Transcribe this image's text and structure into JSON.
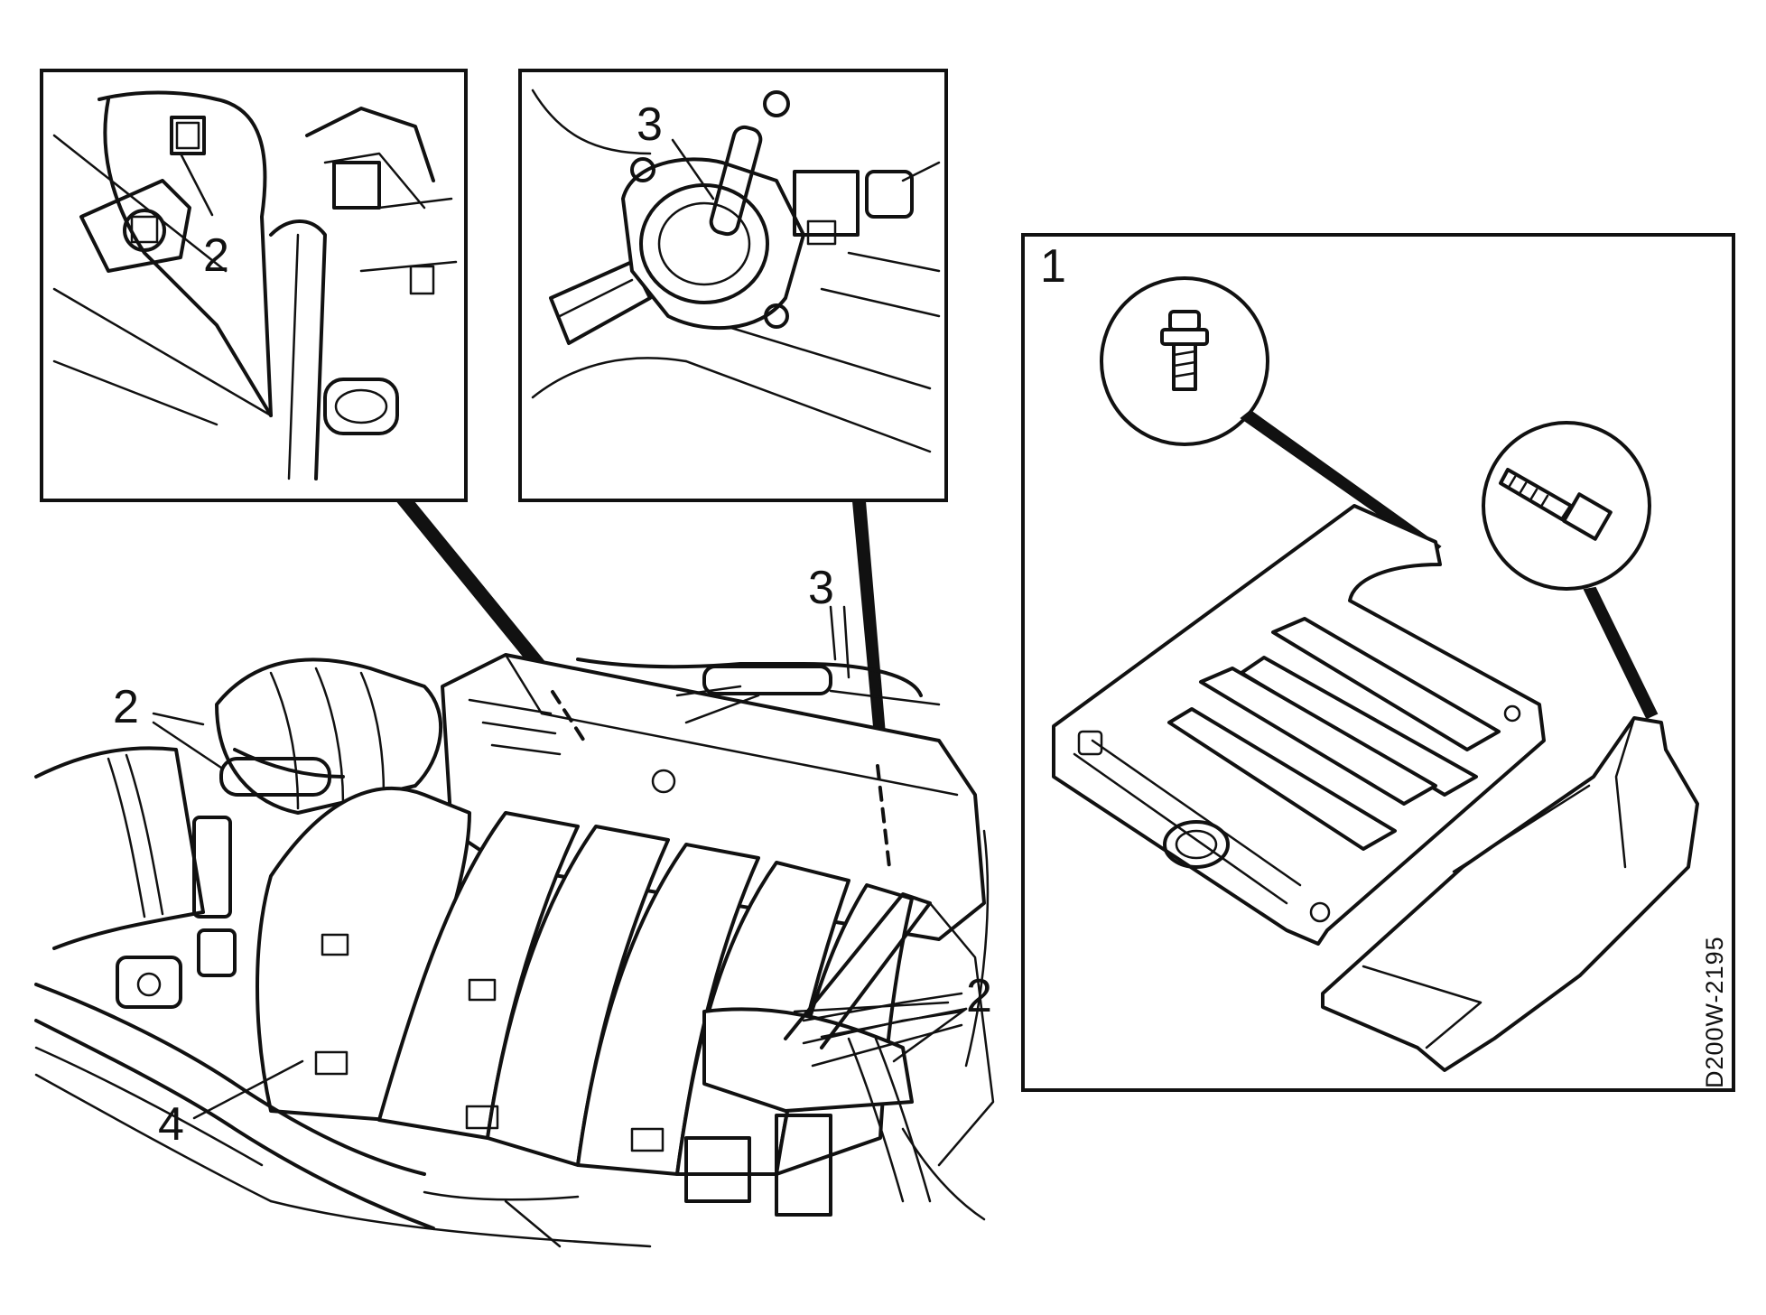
{
  "diagram": {
    "figure_code": "D200W-2195",
    "callouts": {
      "engine_cover": "1",
      "bolt": "2",
      "connector": "3",
      "nut": "4"
    }
  }
}
